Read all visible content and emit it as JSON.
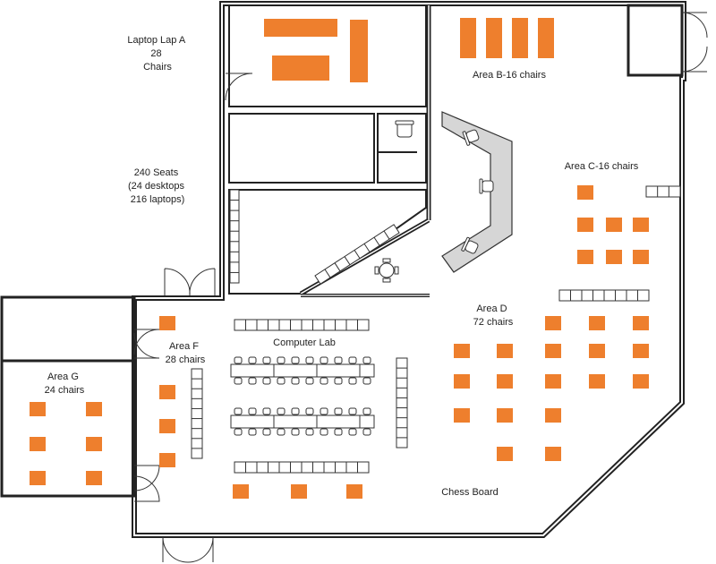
{
  "labels": {
    "laptop_lab_a": [
      "Laptop Lap A",
      "28",
      "Chairs"
    ],
    "seats_total": [
      "240 Seats",
      "(24 desktops",
      "216 laptops)"
    ],
    "area_b": "Area B-16 chairs",
    "area_c": "Area C-16 chairs",
    "area_d": [
      "Area D",
      "72 chairs"
    ],
    "area_f": [
      "Area F",
      "28 chairs"
    ],
    "area_g": [
      "Area G",
      "24 chairs"
    ],
    "computer_lab": "Computer Lab",
    "chess_board": "Chess Board"
  },
  "colors": {
    "table": "#ee7f2d",
    "wall": "#222222",
    "background": "#ffffff"
  }
}
